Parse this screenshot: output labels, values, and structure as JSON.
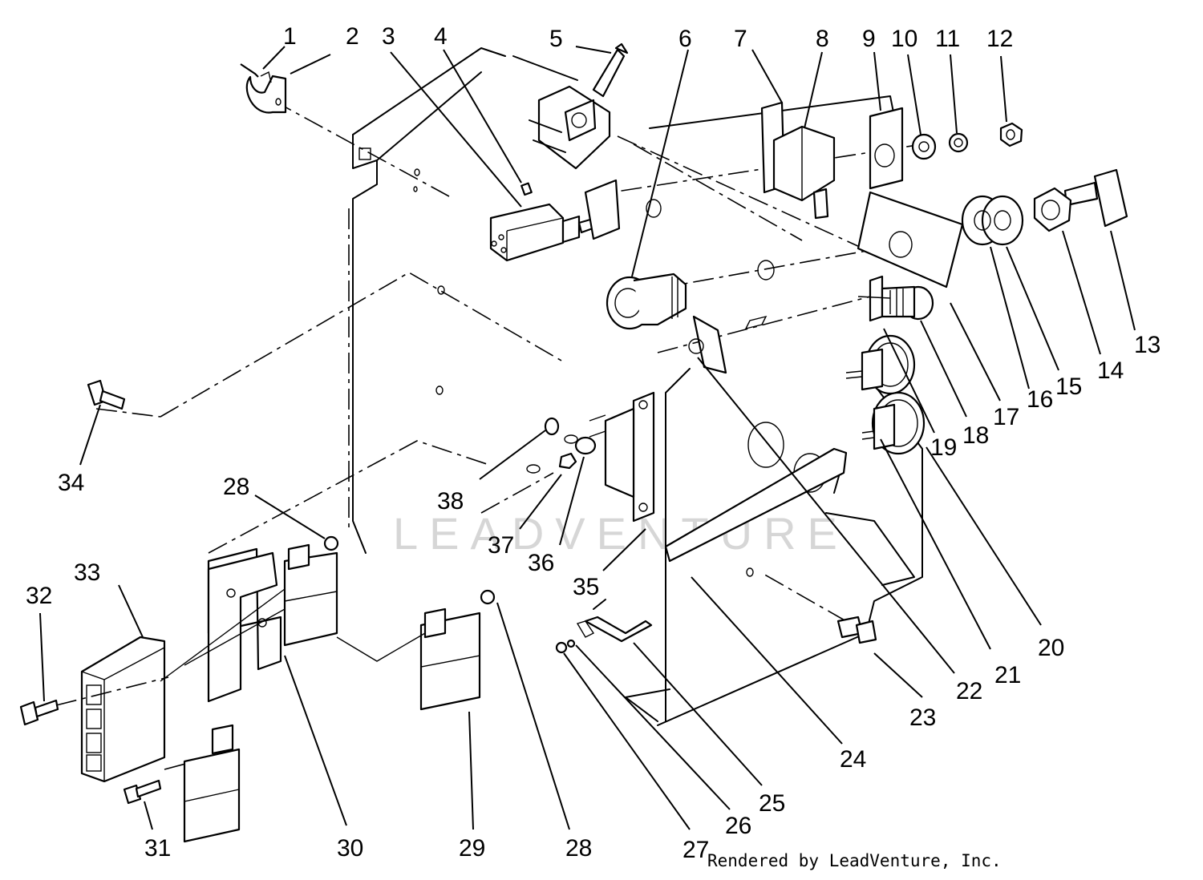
{
  "watermark": "LEADVENTURE",
  "credit": "Rendered by LeadVenture, Inc.",
  "callouts": [
    "1",
    "2",
    "3",
    "4",
    "5",
    "6",
    "7",
    "8",
    "9",
    "10",
    "11",
    "12",
    "13",
    "14",
    "15",
    "16",
    "17",
    "18",
    "19",
    "20",
    "21",
    "22",
    "23",
    "24",
    "25",
    "26",
    "27",
    "28",
    "29",
    "30",
    "31",
    "32",
    "33",
    "34",
    "35",
    "36",
    "37",
    "38",
    "28"
  ]
}
